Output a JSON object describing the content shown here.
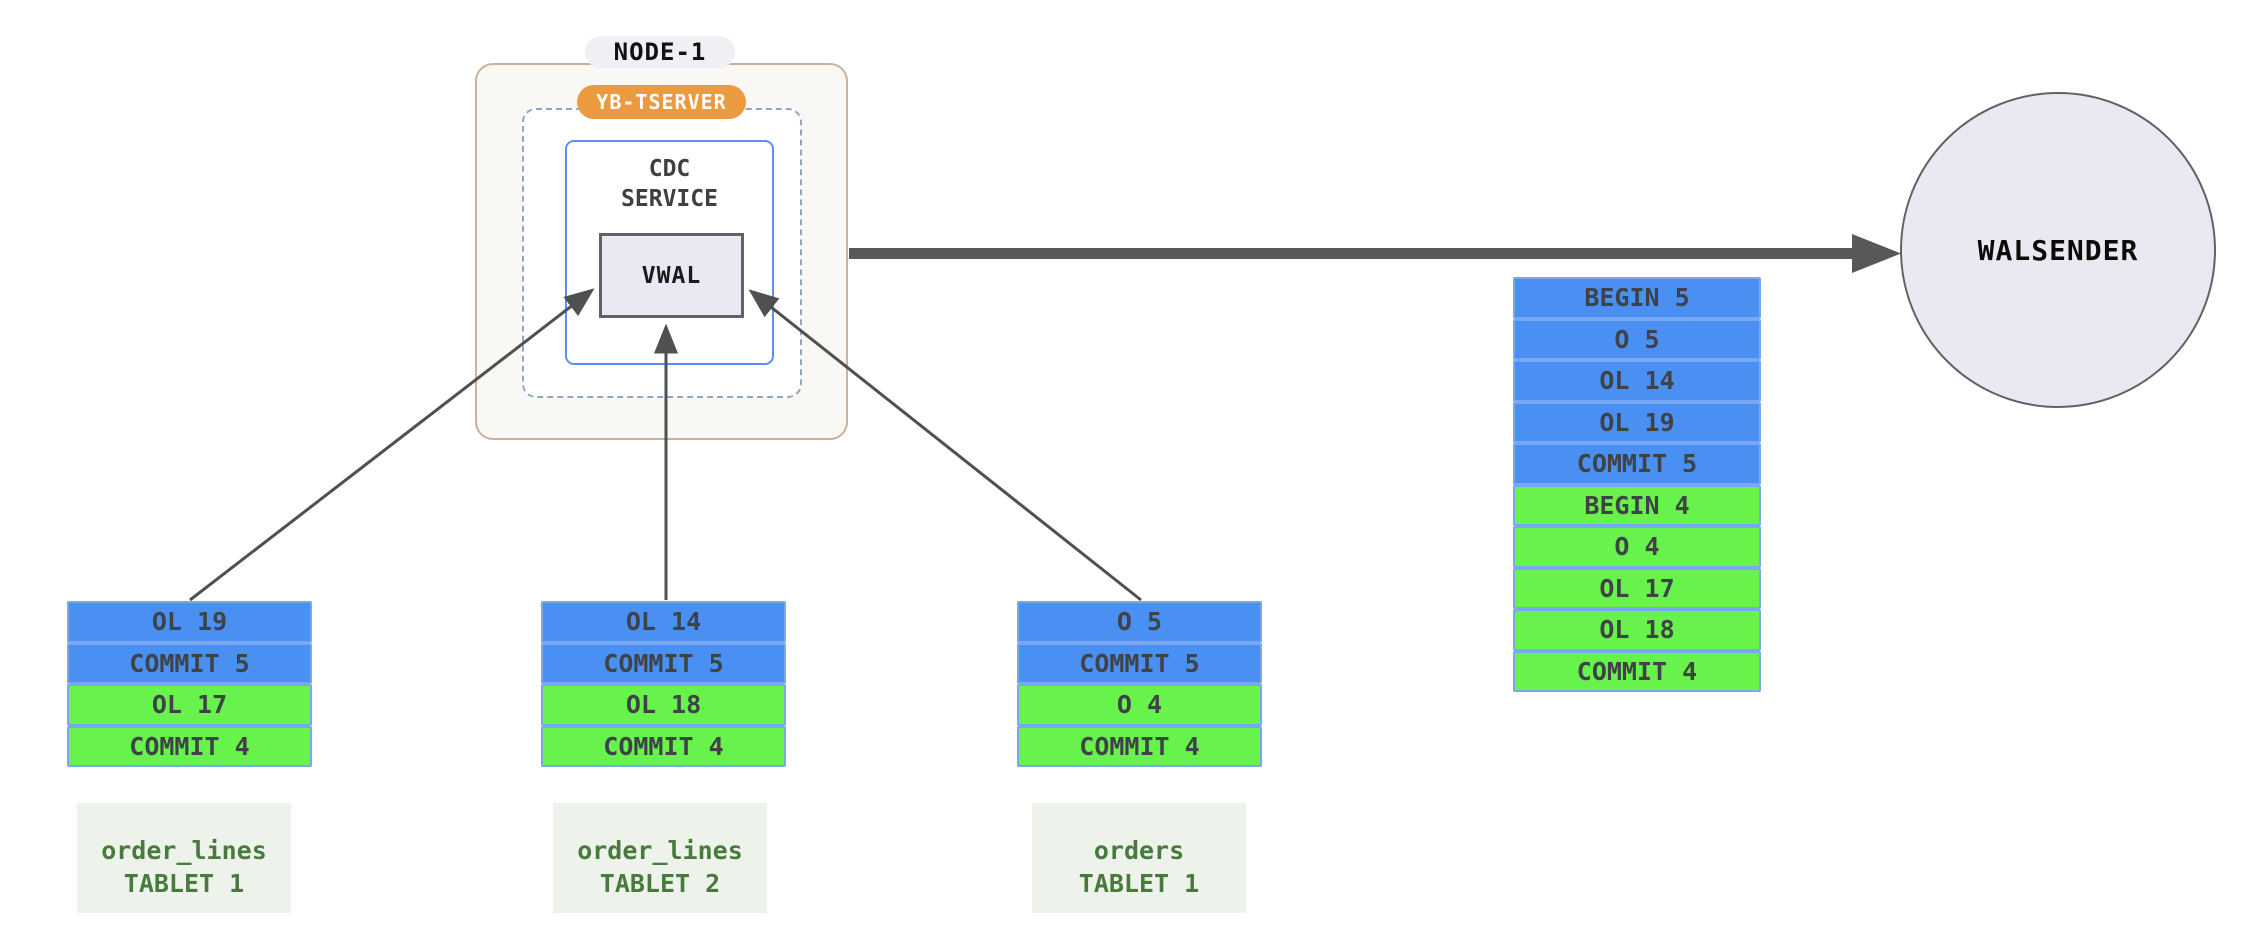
{
  "node": {
    "label": "NODE-1"
  },
  "tserver": {
    "label": "YB-TSERVER"
  },
  "cdc_service": {
    "line1": "CDC",
    "line2": "SERVICE"
  },
  "vwal": {
    "label": "VWAL"
  },
  "walsender": {
    "label": "WALSENDER"
  },
  "colors": {
    "txn5_blue": "#4a90f2",
    "txn4_green": "#68f24c",
    "row_border": "#79a7f1",
    "tserver_orange": "#ec9a40",
    "tablet_label_green": "#497a3d",
    "arrow_gray": "#4f5052"
  },
  "wal_queue": {
    "rows": [
      {
        "label": "BEGIN 5",
        "color": "txn5_blue"
      },
      {
        "label": "O 5",
        "color": "txn5_blue"
      },
      {
        "label": "OL 14",
        "color": "txn5_blue"
      },
      {
        "label": "OL 19",
        "color": "txn5_blue"
      },
      {
        "label": "COMMIT 5",
        "color": "txn5_blue"
      },
      {
        "label": "BEGIN 4",
        "color": "txn4_green"
      },
      {
        "label": "O 4",
        "color": "txn4_green"
      },
      {
        "label": "OL 17",
        "color": "txn4_green"
      },
      {
        "label": "OL 18",
        "color": "txn4_green"
      },
      {
        "label": "COMMIT 4",
        "color": "txn4_green"
      }
    ]
  },
  "tablets": [
    {
      "table": "order_lines",
      "tablet": "TABLET 1",
      "rows": [
        {
          "label": "OL 19",
          "color": "txn5_blue"
        },
        {
          "label": "COMMIT 5",
          "color": "txn5_blue"
        },
        {
          "label": "OL 17",
          "color": "txn4_green"
        },
        {
          "label": "COMMIT 4",
          "color": "txn4_green"
        }
      ]
    },
    {
      "table": "order_lines",
      "tablet": "TABLET 2",
      "rows": [
        {
          "label": "OL 14",
          "color": "txn5_blue"
        },
        {
          "label": "COMMIT 5",
          "color": "txn5_blue"
        },
        {
          "label": "OL 18",
          "color": "txn4_green"
        },
        {
          "label": "COMMIT 4",
          "color": "txn4_green"
        }
      ]
    },
    {
      "table": "orders",
      "tablet": "TABLET 1",
      "rows": [
        {
          "label": "O 5",
          "color": "txn5_blue"
        },
        {
          "label": "COMMIT 5",
          "color": "txn5_blue"
        },
        {
          "label": "O 4",
          "color": "txn4_green"
        },
        {
          "label": "COMMIT 4",
          "color": "txn4_green"
        }
      ]
    }
  ]
}
